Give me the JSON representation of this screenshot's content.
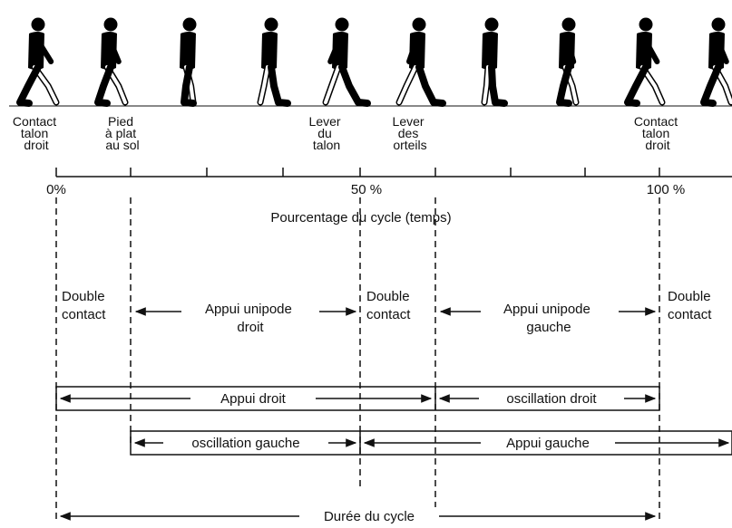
{
  "events": [
    {
      "lines": [
        "Contact",
        "talon",
        "droit"
      ]
    },
    {
      "lines": [
        "Pied",
        "à plat",
        "au sol"
      ]
    },
    {
      "lines": [
        "Lever",
        "du",
        "talon"
      ]
    },
    {
      "lines": [
        "Lever",
        "des",
        "orteils"
      ]
    },
    {
      "lines": [
        "Contact",
        "talon",
        "droit"
      ]
    }
  ],
  "scale": {
    "tick_0": "0%",
    "tick_50": "50 %",
    "tick_100": "100 %",
    "axis_label": "Pourcentage du cycle  (temps)"
  },
  "phases": {
    "double_1": [
      "Double",
      "contact"
    ],
    "single_right": [
      "Appui unipode",
      "droit"
    ],
    "double_2": [
      "Double",
      "contact"
    ],
    "single_left": [
      "Appui unipode",
      "gauche"
    ],
    "double_3": [
      "Double",
      "contact"
    ]
  },
  "bars": {
    "appui_droit": "Appui droit",
    "oscillation_droit": "oscillation droit",
    "oscillation_gauche": "oscillation gauche",
    "appui_gauche": "Appui gauche",
    "duree_cycle": "Durée du cycle"
  },
  "colors": {
    "ink": "#111111",
    "figure": "#000000",
    "background": "#ffffff"
  }
}
